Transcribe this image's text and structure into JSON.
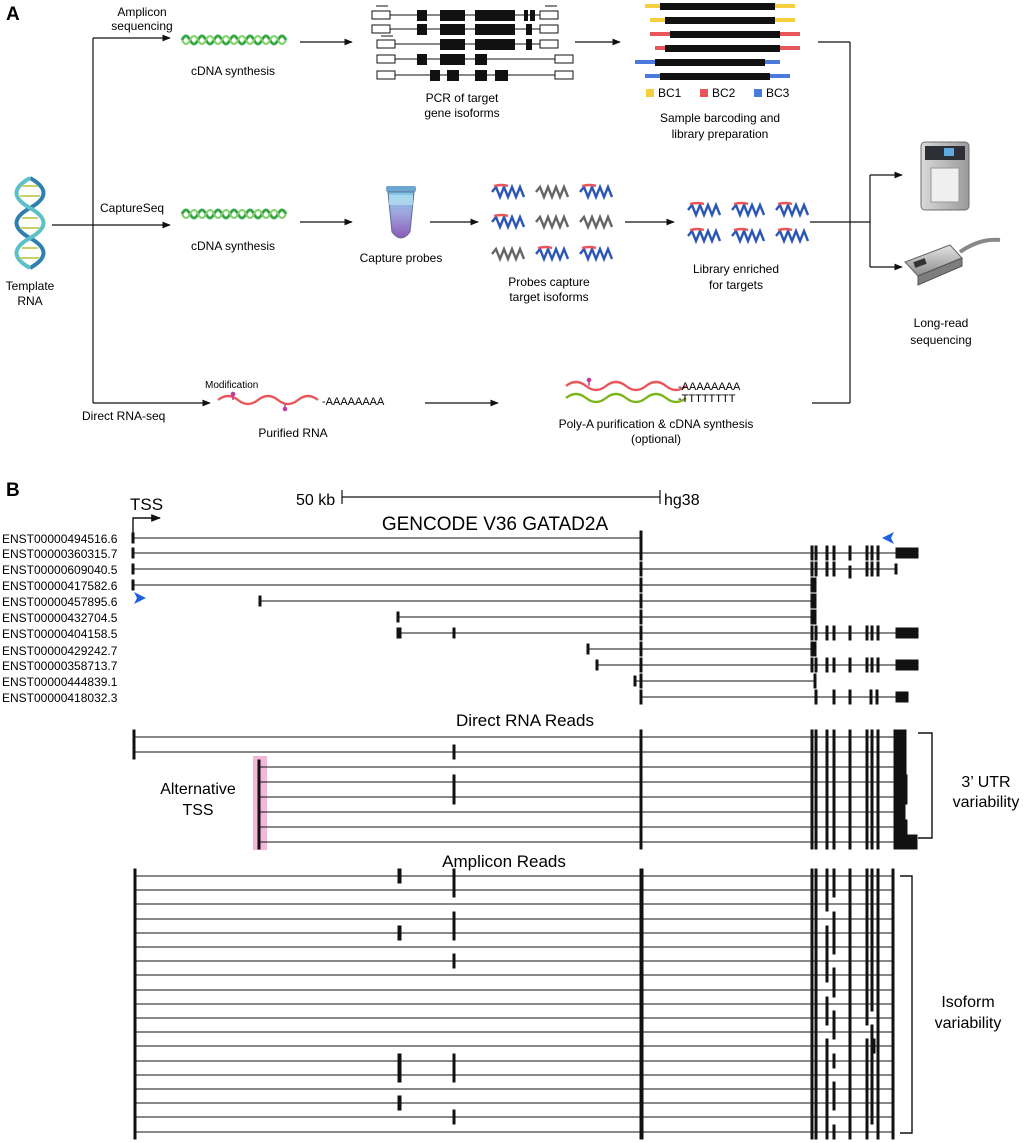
{
  "panelA": {
    "letter": "A",
    "template": {
      "line1": "Template",
      "line2": "RNA"
    },
    "branches": {
      "amplicon": {
        "line1": "Amplicon",
        "line2": "sequencing"
      },
      "capture": "CaptureSeq",
      "direct": "Direct RNA-seq"
    },
    "steps": {
      "cdna_top": "cDNA synthesis",
      "cdna_mid": "cDNA synthesis",
      "pcr": {
        "line1": "PCR of target",
        "line2": "gene isoforms"
      },
      "barcode": {
        "line1": "Sample barcoding and",
        "line2": "library preparation"
      },
      "capture_probes": "Capture probes",
      "probes_capture": {
        "line1": "Probes capture",
        "line2": "target isoforms"
      },
      "enriched": {
        "line1": "Library enriched",
        "line2": "for targets"
      },
      "modification": "Modification",
      "polyA": "-AAAAAAAA",
      "purified": "Purified RNA",
      "polyA2": "-AAAAAAAA",
      "polyT": "-TTTTTTTT",
      "polyA_purification": {
        "line1": "Poly-A purification & cDNA synthesis",
        "line2": "(optional)"
      }
    },
    "legend": [
      {
        "label": "BC1",
        "color": "#f4d03f"
      },
      {
        "label": "BC2",
        "color": "#e8555a"
      },
      {
        "label": "BC3",
        "color": "#4a7bdc"
      }
    ],
    "longread": {
      "line1": "Long-read",
      "line2": "sequencing"
    }
  },
  "panelB": {
    "letter": "B",
    "tss": "TSS",
    "scale_label": "50 kb",
    "genome": "hg38",
    "track_title": "GENCODE V36 GATAD2A",
    "transcripts": [
      "ENST00000494516.6",
      "ENST00000360315.7",
      "ENST00000609040.5",
      "ENST00000417582.6",
      "ENST00000457895.6",
      "ENST00000432704.5",
      "ENST00000404158.5",
      "ENST00000429242.7",
      "ENST00000358713.7",
      "ENST00000444839.1",
      "ENST00000418032.3"
    ],
    "direct_title": "Direct RNA Reads",
    "alt_tss": {
      "line1": "Alternative",
      "line2": "TSS"
    },
    "utr": {
      "line1": "3’ UTR",
      "line2": "variability"
    },
    "amplicon_title": "Amplicon Reads",
    "isoform": {
      "line1": "Isoform",
      "line2": "variability"
    }
  },
  "colors": {
    "green": "#3aa64a",
    "red": "#e8555a",
    "blue": "#2b56b5",
    "grey": "#555555",
    "pink": "#f3b7d9",
    "arrowhead_blue": "#1f5fe0"
  }
}
